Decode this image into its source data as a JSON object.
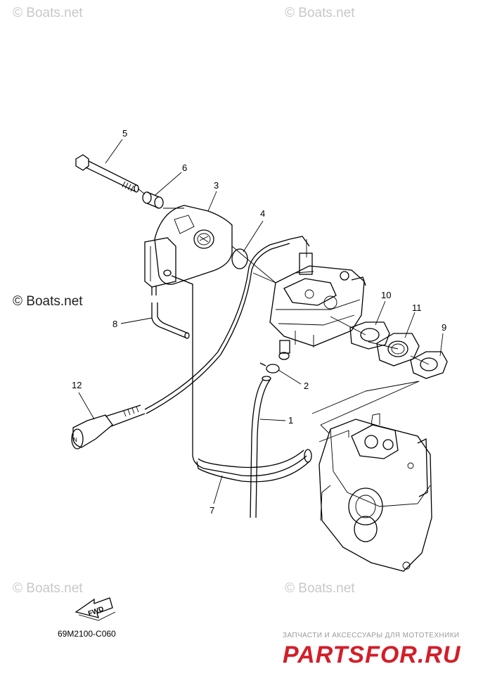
{
  "watermarks": [
    "© Boats.net",
    "© Boats.net",
    "© Boats.net",
    "© Boats.net",
    "© Boats.net"
  ],
  "callouts": [
    "1",
    "2",
    "3",
    "4",
    "5",
    "6",
    "7",
    "8",
    "9",
    "10",
    "11",
    "12"
  ],
  "diagram_code": "69M2100-C060",
  "fwd_label": "FWD",
  "brand": {
    "tagline": "ЗАПЧАСТИ И АКСЕССУАРЫ ДЛЯ МОТОТЕХНИКИ",
    "logo": "PARTSFOR.RU",
    "logo_color": "#d21f2a"
  }
}
